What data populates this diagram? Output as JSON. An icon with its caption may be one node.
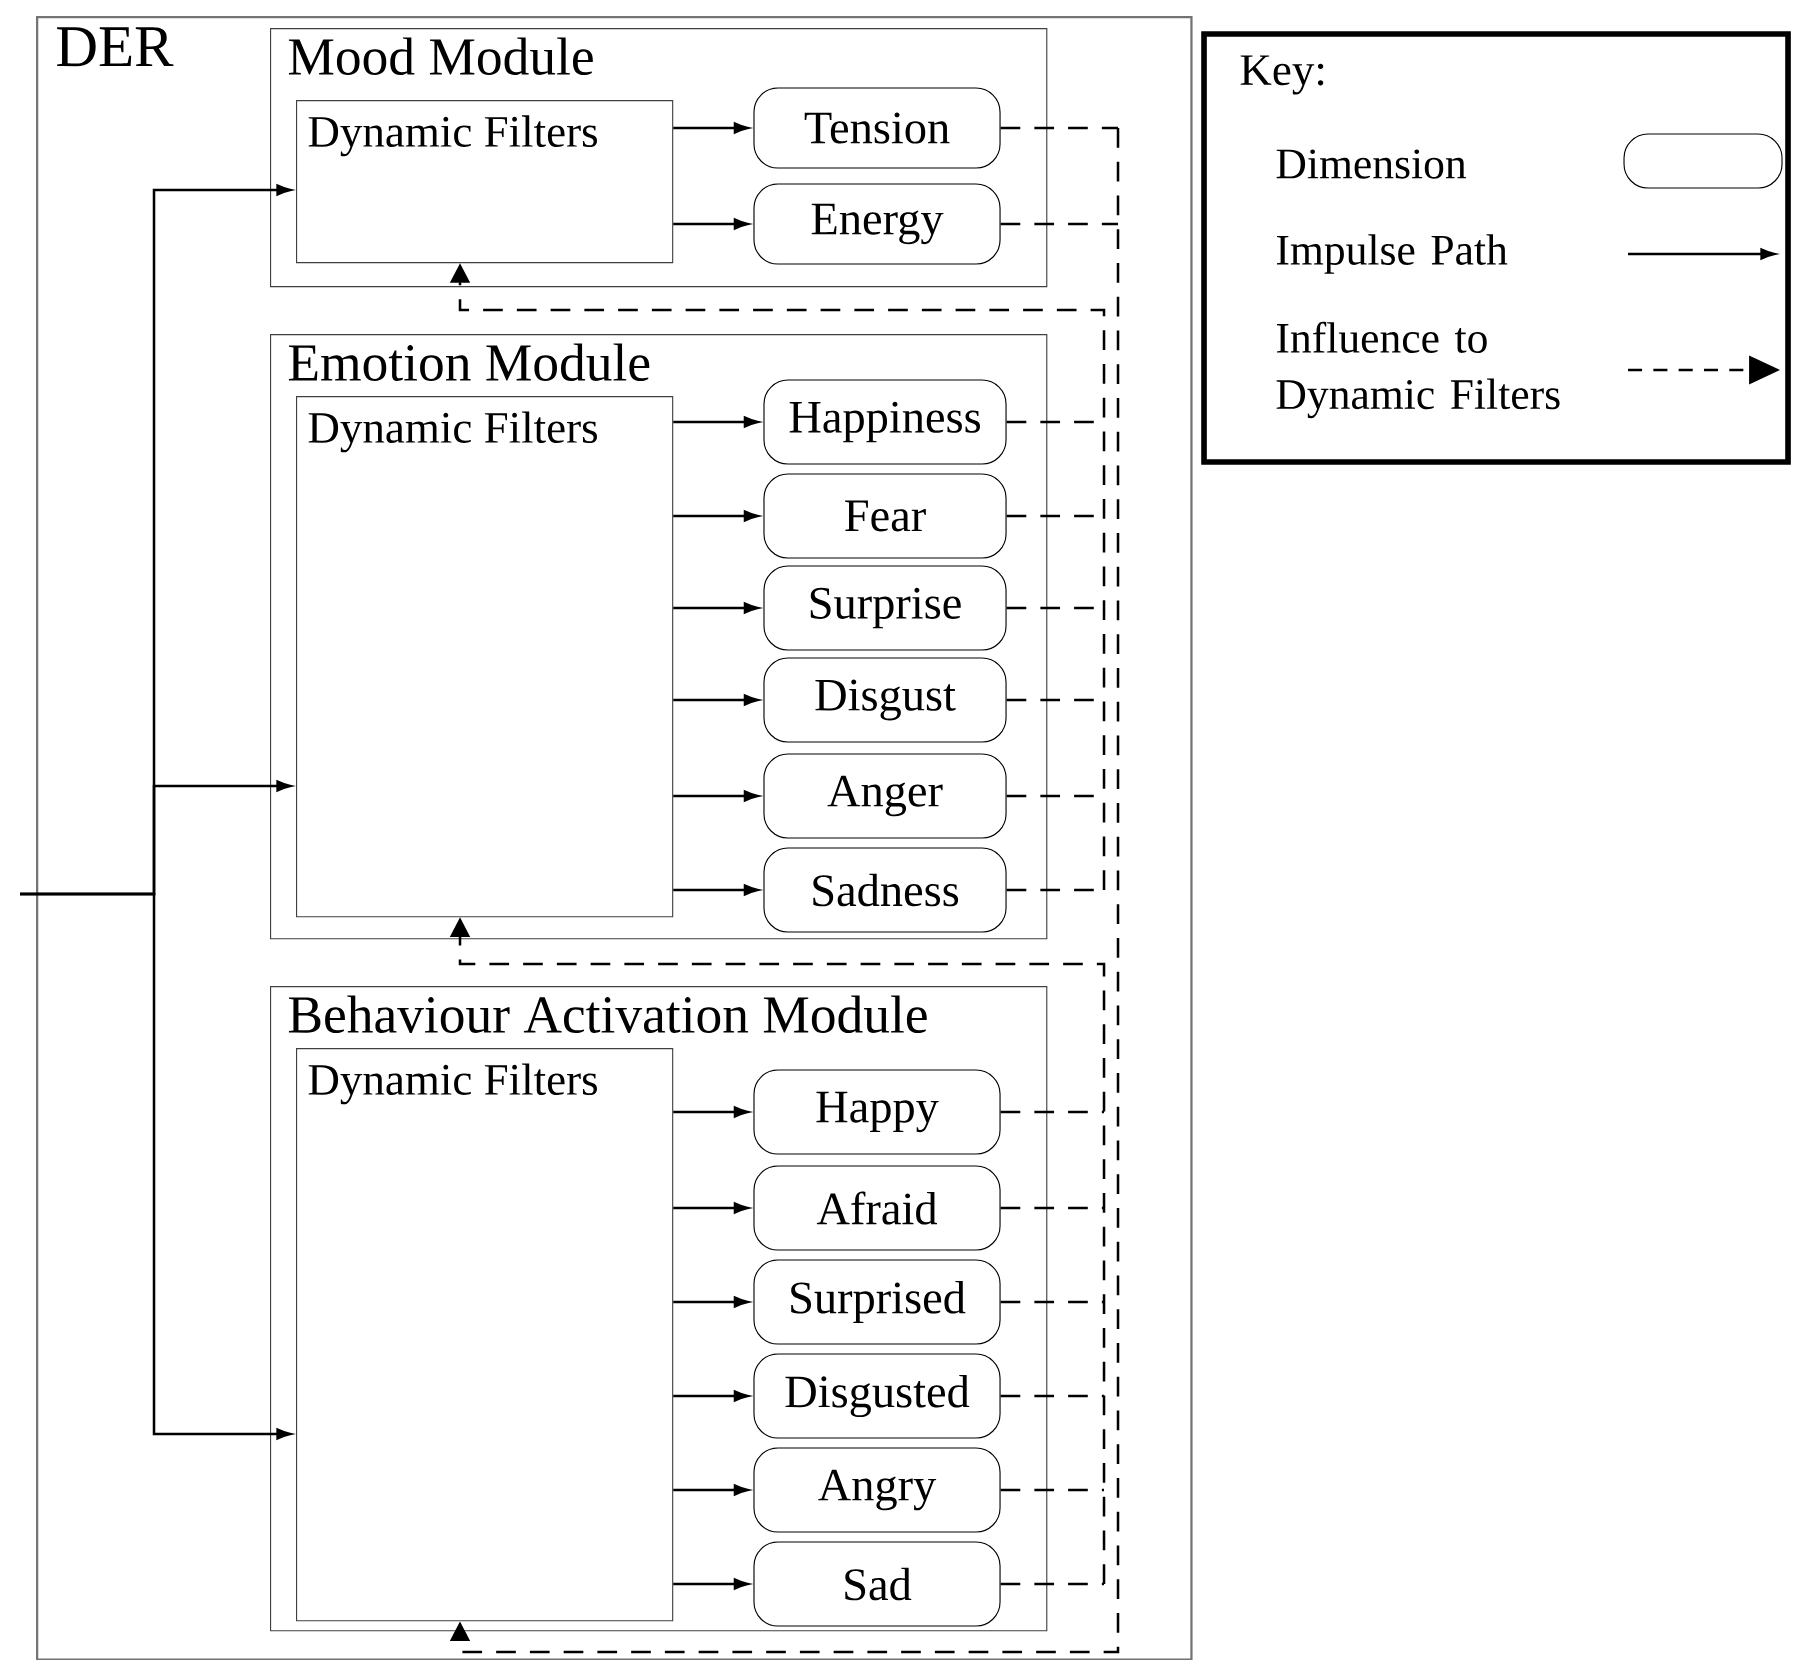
{
  "diagram": {
    "nodes": [
      {
        "text": [
          "DER"
        ]
      },
      {
        "text": [
          "Mood Module"
        ],
        "in": 0
      },
      {
        "text": [
          "Dynamic Filters"
        ],
        "in": 1
      },
      {
        "text": [
          "Tension"
        ],
        "in": 1
      },
      {
        "text": [
          "Energy"
        ],
        "in": 1
      },
      {
        "text": [
          "Emotion Module"
        ],
        "in": 0
      },
      {
        "text": [
          "Dynamic Filters"
        ],
        "in": 5
      },
      {
        "text": [
          "Happiness"
        ],
        "in": 5
      },
      {
        "text": [
          "Fear"
        ],
        "in": 5
      },
      {
        "text": [
          "Surprise"
        ],
        "in": 5
      },
      {
        "text": [
          "Disgust"
        ],
        "in": 5
      },
      {
        "text": [
          "Anger"
        ],
        "in": 5
      },
      {
        "text": [
          "Sadness"
        ],
        "in": 5
      },
      {
        "text": [
          "Behaviour Activation Module"
        ],
        "in": 0
      },
      {
        "text": [
          "Dynamic Filters"
        ],
        "in": 13
      },
      {
        "text": [
          "Happy"
        ],
        "in": 13
      },
      {
        "text": [
          "Afraid"
        ],
        "in": 13
      },
      {
        "text": [
          "Surprised"
        ],
        "in": 13
      },
      {
        "text": [
          "Disgusted"
        ],
        "in": 13
      },
      {
        "text": [
          "Angry"
        ],
        "in": 13
      },
      {
        "text": [
          "Sad"
        ],
        "in": 13
      }
    ],
    "edges": [
      {
        "from": null,
        "to": 2,
        "arrow": "to"
      },
      {
        "from": null,
        "to": 6,
        "arrow": "to"
      },
      {
        "from": null,
        "to": 14,
        "arrow": "to"
      },
      {
        "from": 2,
        "to": 3,
        "arrow": "to"
      },
      {
        "from": 2,
        "to": 4,
        "arrow": "to"
      },
      {
        "from": 6,
        "to": 7,
        "arrow": "to"
      },
      {
        "from": 6,
        "to": 8,
        "arrow": "to"
      },
      {
        "from": 6,
        "to": 9,
        "arrow": "to"
      },
      {
        "from": 6,
        "to": 10,
        "arrow": "to"
      },
      {
        "from": 6,
        "to": 11,
        "arrow": "to"
      },
      {
        "from": 6,
        "to": 12,
        "arrow": "to"
      },
      {
        "from": 14,
        "to": 15,
        "arrow": "to"
      },
      {
        "from": 14,
        "to": 16,
        "arrow": "to"
      },
      {
        "from": 14,
        "to": 17,
        "arrow": "to"
      },
      {
        "from": 14,
        "to": 18,
        "arrow": "to"
      },
      {
        "from": 14,
        "to": 19,
        "arrow": "to"
      },
      {
        "from": 14,
        "to": 20,
        "arrow": "to"
      },
      {
        "from": 3,
        "to": 14,
        "arrow": "to",
        "style": "dashed"
      },
      {
        "from": 4,
        "to": 14,
        "arrow": "to",
        "style": "dashed"
      },
      {
        "from": 7,
        "to": 2,
        "arrow": "to",
        "style": "dashed"
      },
      {
        "from": 8,
        "to": 2,
        "arrow": "to",
        "style": "dashed"
      },
      {
        "from": 9,
        "to": 2,
        "arrow": "to",
        "style": "dashed"
      },
      {
        "from": 10,
        "to": 2,
        "arrow": "to",
        "style": "dashed"
      },
      {
        "from": 11,
        "to": 2,
        "arrow": "to",
        "style": "dashed"
      },
      {
        "from": 12,
        "to": 2,
        "arrow": "to",
        "style": "dashed"
      },
      {
        "from": 15,
        "to": 6,
        "arrow": "to",
        "style": "dashed"
      },
      {
        "from": 16,
        "to": 6,
        "arrow": "to",
        "style": "dashed"
      },
      {
        "from": 17,
        "to": 6,
        "arrow": "to",
        "style": "dashed"
      },
      {
        "from": 18,
        "to": 6,
        "arrow": "to",
        "style": "dashed"
      },
      {
        "from": 19,
        "to": 6,
        "arrow": "to",
        "style": "dashed"
      },
      {
        "from": 20,
        "to": 6,
        "arrow": "to",
        "style": "dashed"
      }
    ],
    "labels": [
      "Key:"
    ],
    "legend": [
      {
        "text": "Dimension"
      },
      {
        "text": "Impulse Path"
      },
      {
        "text": "Influence to Dynamic Filters"
      }
    ]
  }
}
